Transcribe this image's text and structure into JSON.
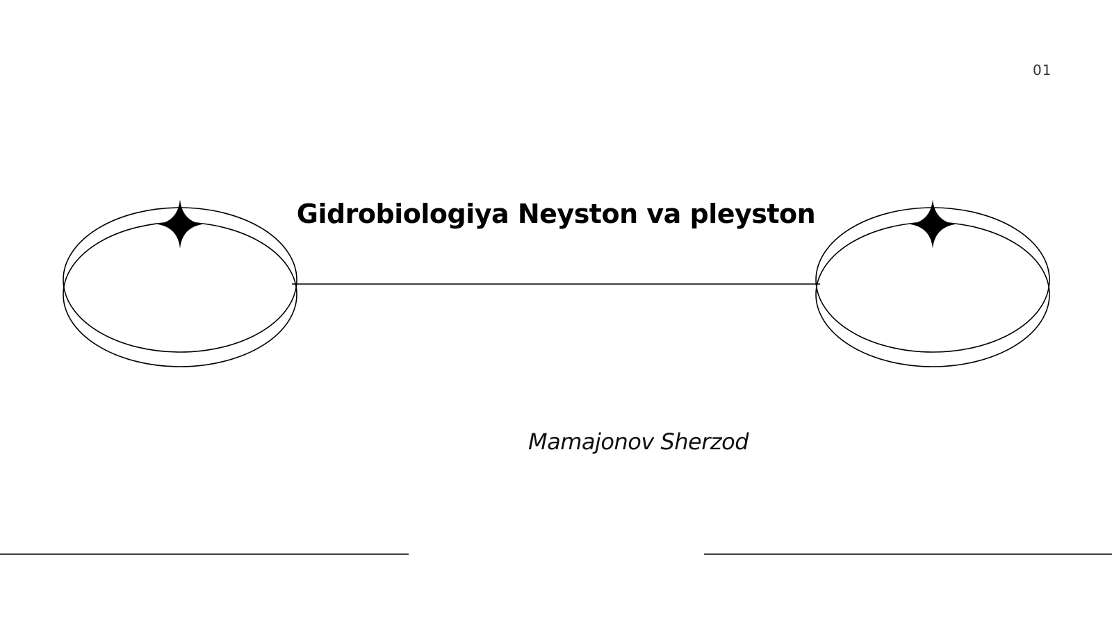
{
  "slide": {
    "page_number": "01",
    "title": "Gidrobiologiya Neyston va pleyston",
    "author": "Mamajonov Sherzod"
  },
  "decor": {
    "left_ring_icon": "orbit-ring-with-star",
    "right_ring_icon": "orbit-ring-with-star",
    "line_color": "#000000"
  }
}
